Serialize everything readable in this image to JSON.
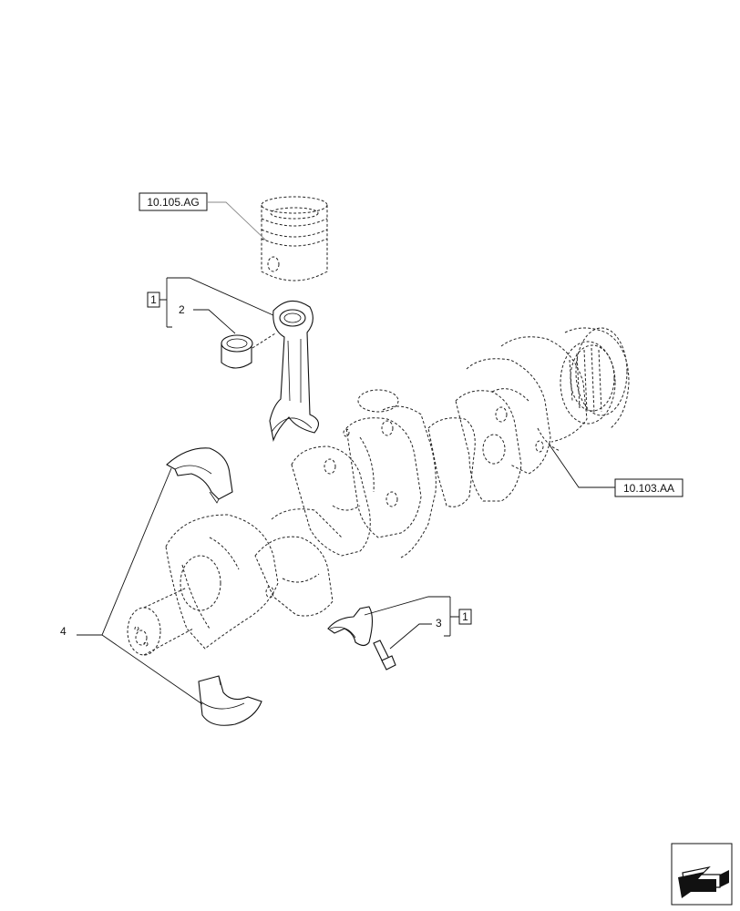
{
  "references": {
    "piston": "10.105.AG",
    "crankshaft": "10.103.AA"
  },
  "kit_markers": {
    "connecting_rod_kit": "1",
    "bearing_cap_kit": "1"
  },
  "callouts": {
    "bushing": "2",
    "bolt": "3",
    "main_bearing_shells": "4"
  },
  "navigation": {
    "icon": "arrow-left-down-icon"
  }
}
